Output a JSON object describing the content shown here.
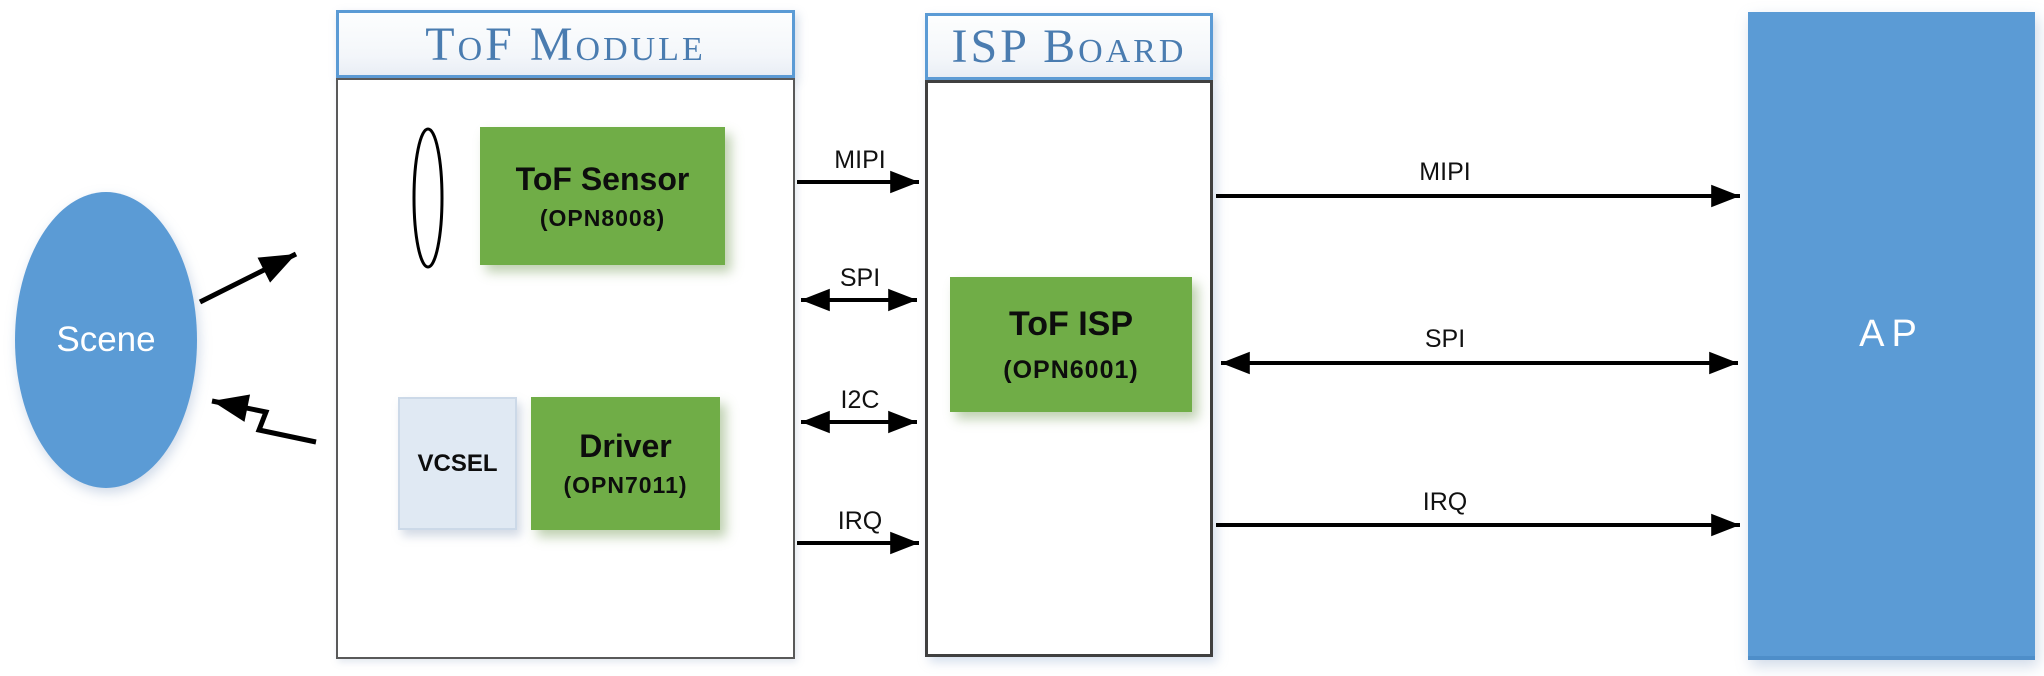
{
  "diagram": {
    "scene": {
      "label": "Scene"
    },
    "tof_module": {
      "title": "ToF Module",
      "sensor": {
        "name": "ToF Sensor",
        "part": "(OPN8008)"
      },
      "vcsel": {
        "label": "VCSEL"
      },
      "driver": {
        "name": "Driver",
        "part": "(OPN7011)"
      }
    },
    "isp_board": {
      "title": "ISP Board",
      "isp": {
        "name": "ToF ISP",
        "part": "(OPN6001)"
      }
    },
    "ap": {
      "label": "AP"
    },
    "buses_module_to_isp": [
      {
        "label": "MIPI",
        "direction": "module-to-isp"
      },
      {
        "label": "SPI",
        "direction": "bidirectional"
      },
      {
        "label": "I2C",
        "direction": "bidirectional"
      },
      {
        "label": "IRQ",
        "direction": "module-to-isp"
      }
    ],
    "buses_isp_to_ap": [
      {
        "label": "MIPI",
        "direction": "isp-to-ap"
      },
      {
        "label": "SPI",
        "direction": "bidirectional"
      },
      {
        "label": "IRQ",
        "direction": "isp-to-ap"
      }
    ],
    "light_paths": [
      {
        "name": "reflected-light",
        "from": "Scene",
        "to": "ToF Module"
      },
      {
        "name": "emitted-light",
        "from": "ToF Module",
        "to": "Scene"
      }
    ],
    "colors": {
      "node_blue": "#5B9BD5",
      "chip_green": "#70AD47",
      "vcsel_fill": "#E0E9F3",
      "header_text": "#4A7CB0",
      "header_border": "#5B9BD5",
      "arrow": "#000000"
    }
  }
}
